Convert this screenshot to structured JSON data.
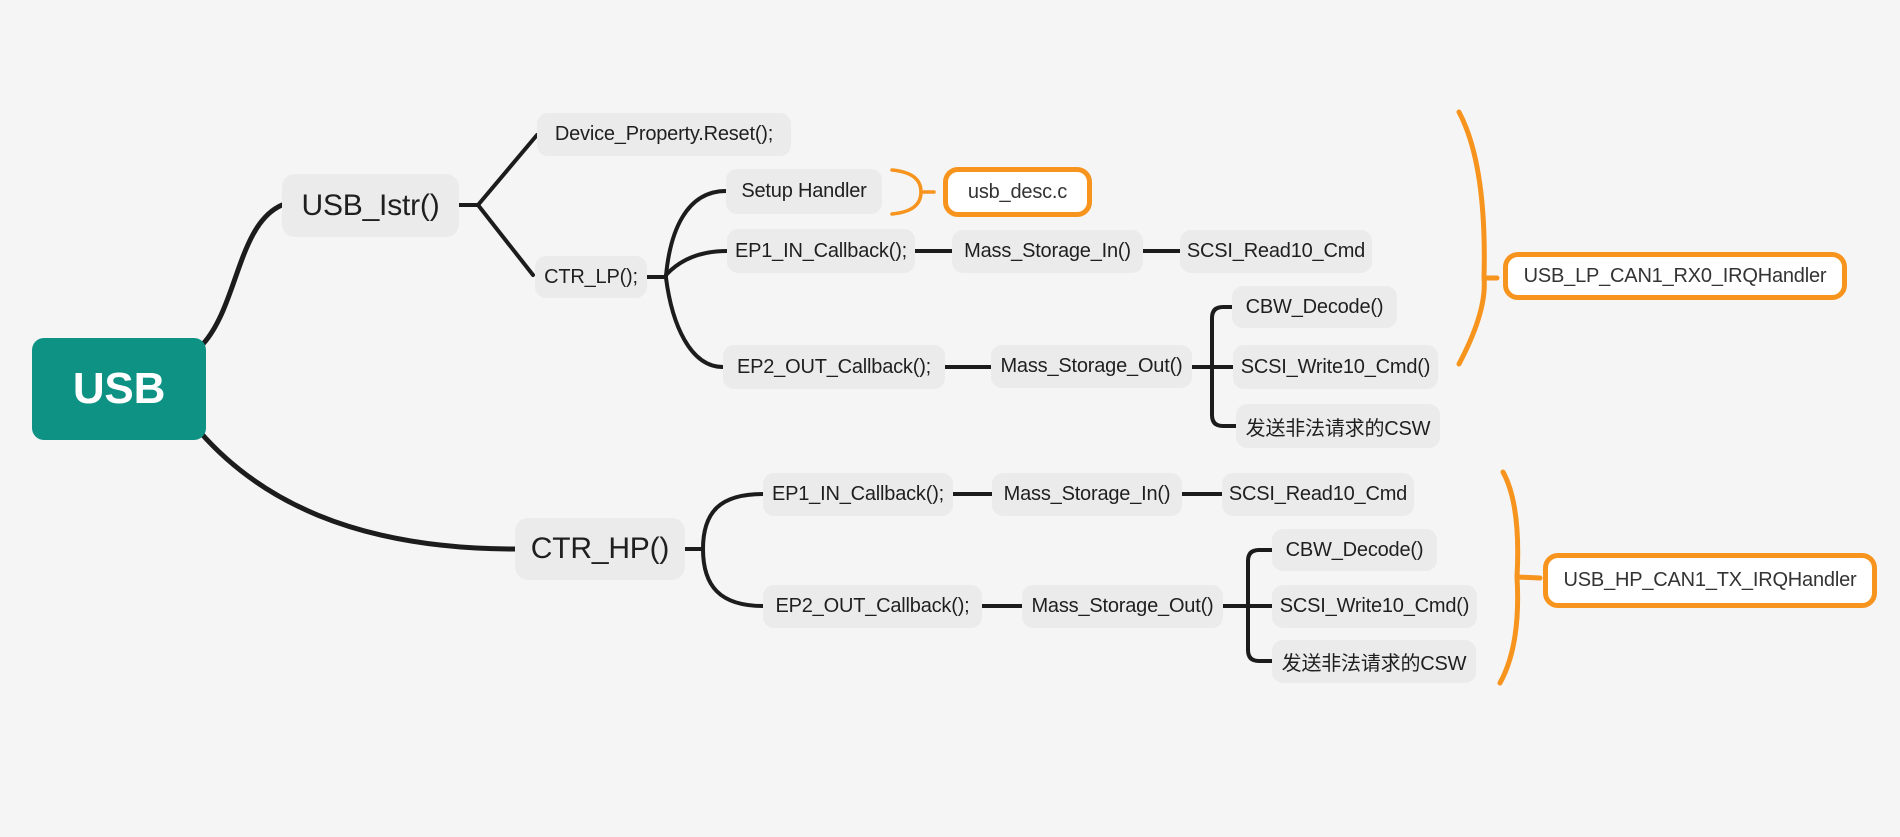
{
  "colors": {
    "background": "#f5f5f5",
    "node_fill": "#ebebeb",
    "node_text": "#1f1f1f",
    "root_fill": "#0d9284",
    "root_text": "#ffffff",
    "connector_black": "#1c1c1c",
    "accent_orange": "#f7941e",
    "callout_fill": "#ffffff"
  },
  "nodes": {
    "root": {
      "label": "USB"
    },
    "usb_istr": {
      "label": "USB_Istr()"
    },
    "device_reset": {
      "label": "Device_Property.Reset();"
    },
    "ctr_lp": {
      "label": "CTR_LP();"
    },
    "setup_handler": {
      "label": "Setup Handler"
    },
    "usb_desc": {
      "label": "usb_desc.c"
    },
    "ep1_top": {
      "label": "EP1_IN_Callback();"
    },
    "mass_in_top": {
      "label": "Mass_Storage_In()"
    },
    "scsi_read_top": {
      "label": "SCSI_Read10_Cmd"
    },
    "ep2_top": {
      "label": "EP2_OUT_Callback();"
    },
    "mass_out_top": {
      "label": "Mass_Storage_Out()"
    },
    "cbw_top": {
      "label": "CBW_Decode()"
    },
    "scsi_write_top": {
      "label": "SCSI_Write10_Cmd()"
    },
    "csw_top": {
      "label": "发送非法请求的CSW"
    },
    "lp_handler": {
      "label": "USB_LP_CAN1_RX0_IRQHandler"
    },
    "ctr_hp": {
      "label": "CTR_HP()"
    },
    "ep1_bot": {
      "label": "EP1_IN_Callback();"
    },
    "mass_in_bot": {
      "label": "Mass_Storage_In()"
    },
    "scsi_read_bot": {
      "label": "SCSI_Read10_Cmd"
    },
    "ep2_bot": {
      "label": "EP2_OUT_Callback();"
    },
    "mass_out_bot": {
      "label": "Mass_Storage_Out()"
    },
    "cbw_bot": {
      "label": "CBW_Decode()"
    },
    "scsi_write_bot": {
      "label": "SCSI_Write10_Cmd()"
    },
    "csw_bot": {
      "label": "发送非法请求的CSW"
    },
    "hp_handler": {
      "label": "USB_HP_CAN1_TX_IRQHandler"
    }
  }
}
